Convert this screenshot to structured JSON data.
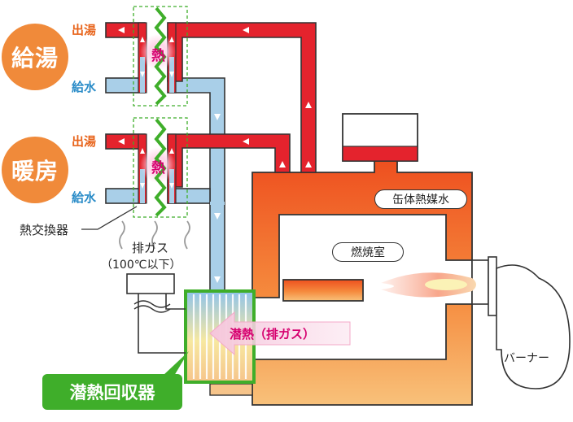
{
  "labels": {
    "kyuto": "給湯",
    "danbo": "暖房",
    "deyu": "出湯",
    "kyusui": "給水",
    "netsu": "熱",
    "heat_exchanger": "熱交換器",
    "exhaust_title": "排ガス",
    "exhaust_temp": "（100℃以下）",
    "canned_medium": "缶体熱媒水",
    "combustion_chamber": "燃焼室",
    "latent_heat": "潜熱（排ガス）",
    "recovery": "潜熱回収器",
    "burner": "バーナー"
  },
  "colors": {
    "orange_circle": "#f08a3a",
    "hot_pipe": "#e4232d",
    "cold_pipe": "#a9cfe8",
    "green": "#3fae2a",
    "deyu_text": "#e8641b",
    "kyusui_text": "#2a8cc8",
    "netsu_text": "#d6006f"
  }
}
